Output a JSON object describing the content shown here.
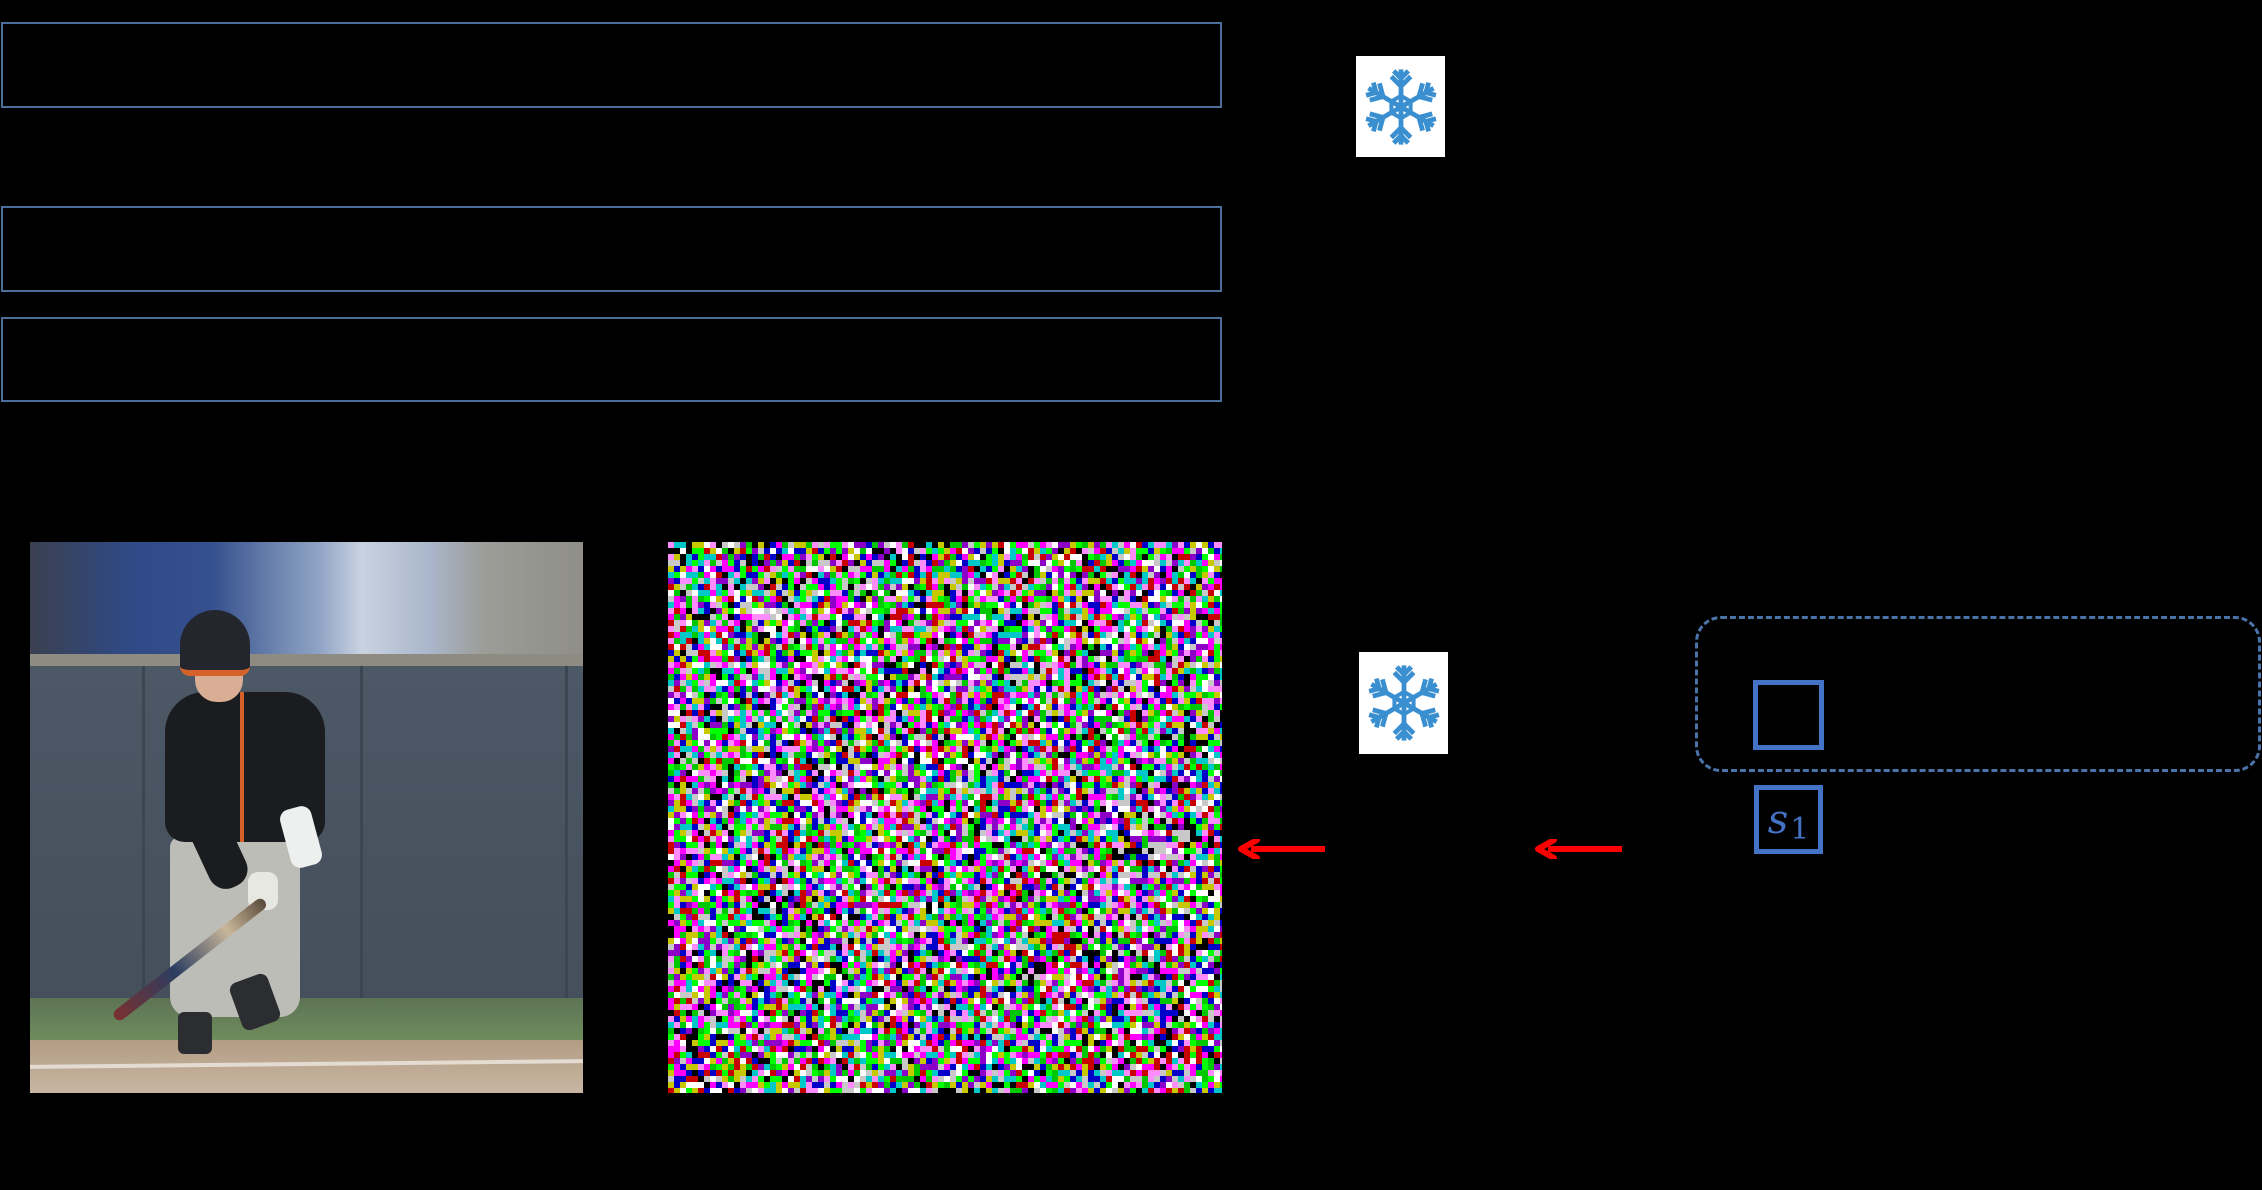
{
  "colors": {
    "background": "#000000",
    "box_border": "#4a6f9a",
    "accent_blue": "#4472c4",
    "dashed_border": "#4a74a8",
    "arrow_red": "#ff0000",
    "snowflake_blue": "#3a8fd0",
    "snowflake_bg": "#ffffff"
  },
  "top_boxes": [
    {
      "id": "box-1",
      "label": ""
    },
    {
      "id": "box-2",
      "label": ""
    },
    {
      "id": "box-3",
      "label": ""
    }
  ],
  "icons": {
    "snowflake_top": "snowflake-icon",
    "snowflake_bottom": "snowflake-icon",
    "arrow_left_1": "arrow-left-icon",
    "arrow_left_2": "arrow-left-icon"
  },
  "images": {
    "input_photo": {
      "alt": "baseball player holding bat on field",
      "kind": "photo"
    },
    "perturbation": {
      "alt": "colorful adversarial noise pattern",
      "kind": "noise"
    }
  },
  "noise_palette": [
    "#ff00ff",
    "#00c800",
    "#0000c8",
    "#ffffff",
    "#000000",
    "#c8c8c8",
    "#00c8c8",
    "#c8c800",
    "#c80000",
    "#8c00c8",
    "#00ff00",
    "#ff8cff"
  ],
  "token_panel": {
    "token_label": "",
    "symbol": {
      "var": "s",
      "subscript": "1"
    }
  }
}
